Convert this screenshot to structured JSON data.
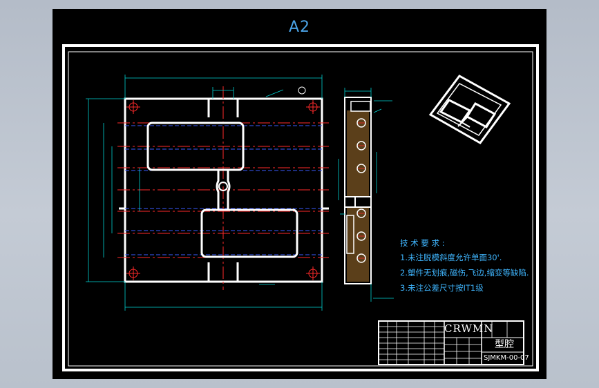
{
  "sheet": {
    "label": "A2"
  },
  "technical_requirements": {
    "title": "技 术 要 求 :",
    "items": [
      "1.未注脱模斜度允许单面30'.",
      "2.塑件无划痕,磁伤,飞边,缩变等缺陷.",
      "3.未注公差尺寸按IT1级"
    ]
  },
  "title_block": {
    "company": "CRWMN",
    "part_name": "型腔",
    "drawing_number": "SJMKM-00-07"
  },
  "colors": {
    "sheet_background": "#000000",
    "outline": "#ffffff",
    "centerline": "#ff2a2a",
    "hidden_line": "#3a5bff",
    "dimension": "#00d4d4",
    "text_annotation": "#3fb6ff",
    "hatch": "#6b4a1e"
  }
}
